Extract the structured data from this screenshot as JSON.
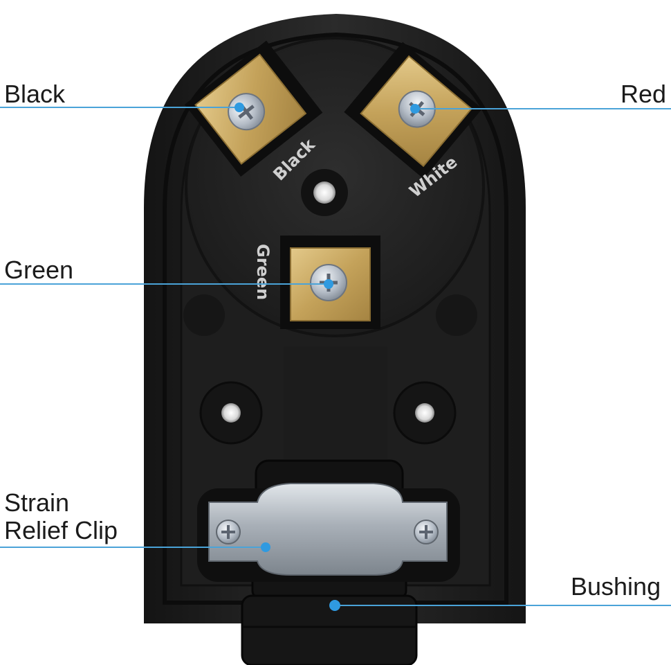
{
  "callouts": {
    "black": "Black",
    "red": "Red",
    "green": "Green",
    "strain_relief_clip": "Strain\nRelief Clip",
    "bushing": "Bushing"
  },
  "engravings": {
    "black": "Black",
    "white": "White",
    "green": "Green"
  },
  "colors": {
    "callout_line": "#4aa3d8",
    "callout_dot": "#2f9ae0",
    "housing": "#222222",
    "terminal_brass": "#c9a95d",
    "screw_metal": "#c7cfd8",
    "clip_metal": "#b9c0c8"
  }
}
